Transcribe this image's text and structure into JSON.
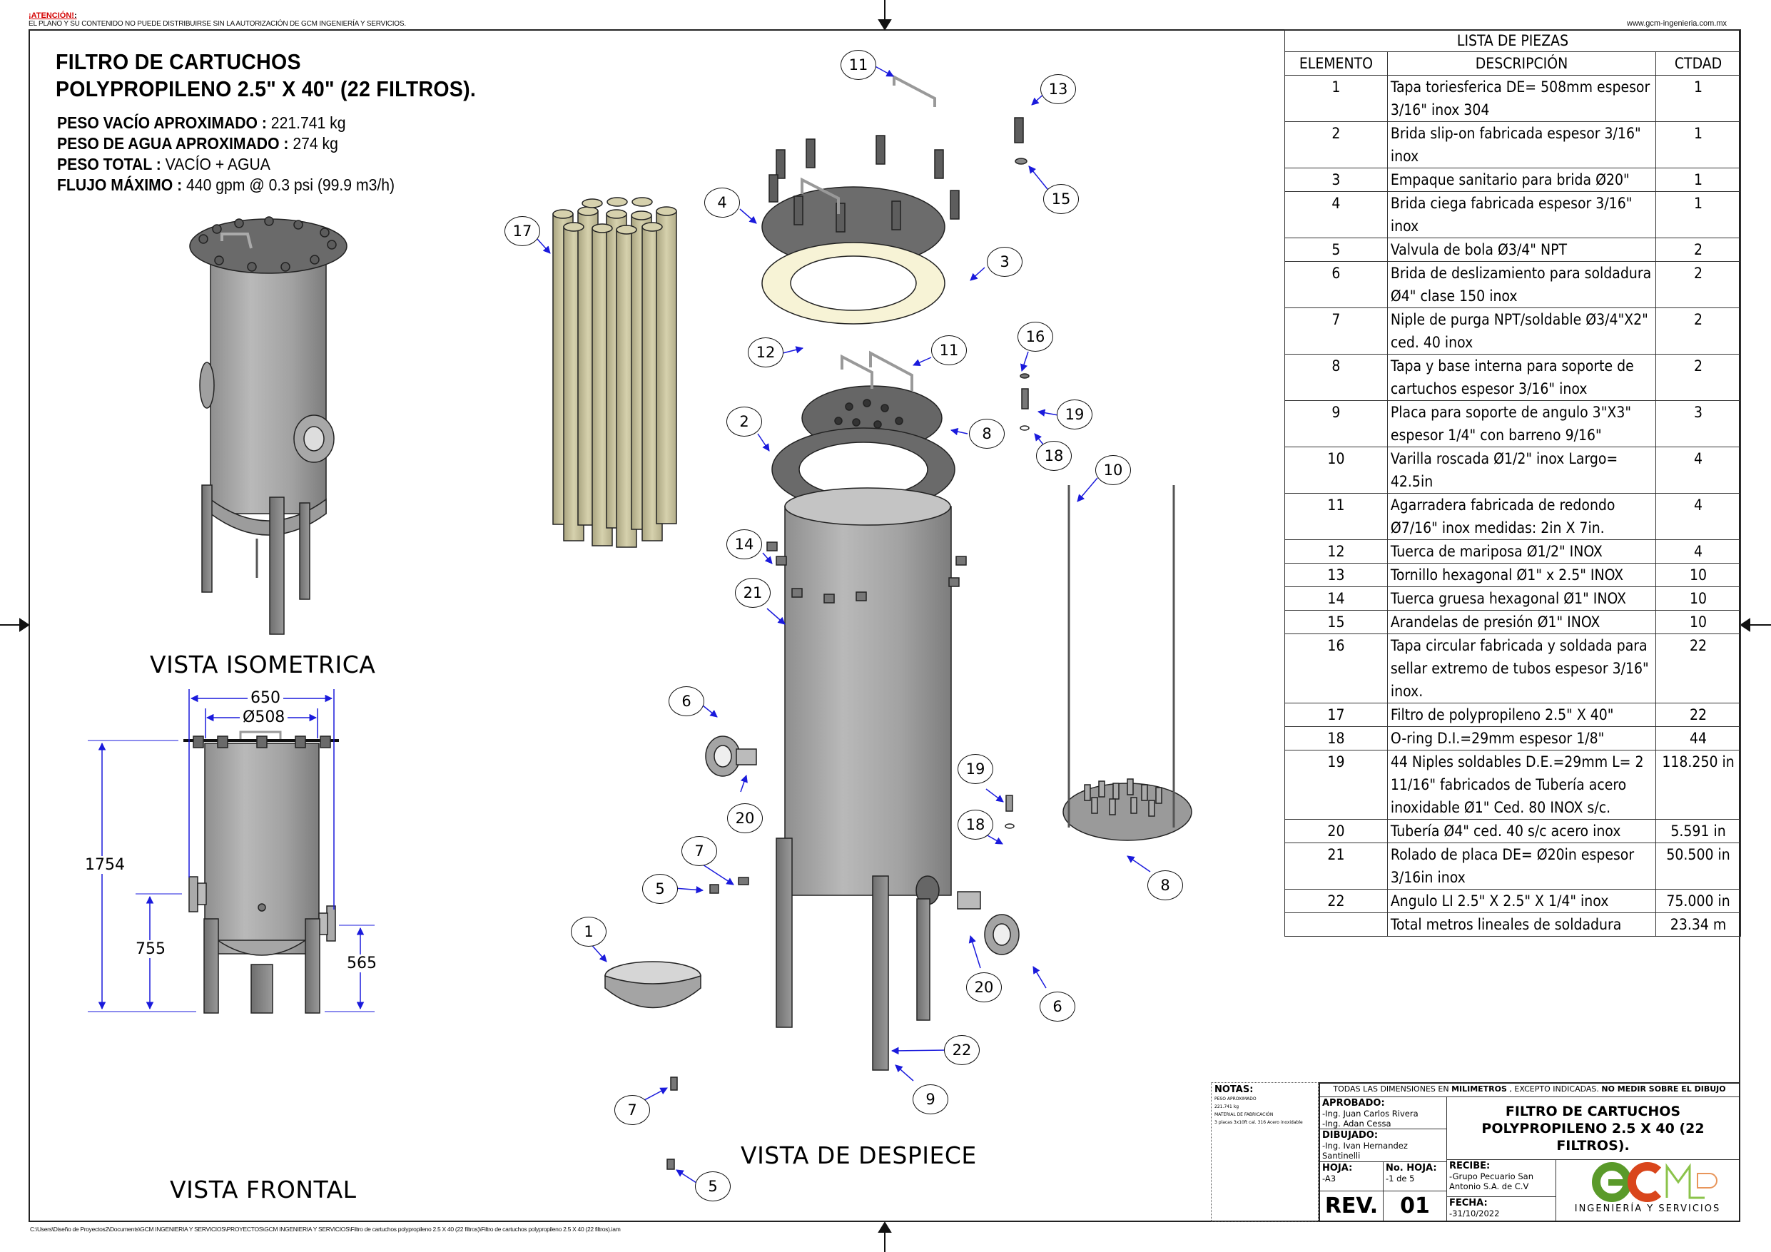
{
  "header": {
    "warning_title": "¡ATENCIÓN!",
    "warning_colon": ":",
    "warning_text": "EL PLANO Y SU CONTENIDO NO PUEDE DISTRIBUIRSE SIN LA AUTORIZACIÓN DE GCM INGENIERÍA Y SERVICIOS.",
    "website": "www.gcm-ingenieria.com.mx"
  },
  "title": {
    "line1": "FILTRO DE CARTUCHOS",
    "line2": "POLYPROPILENO 2.5\" X 40\" (22 FILTROS)."
  },
  "specs": [
    {
      "label": "PESO VACÍO APROXIMADO :",
      "value": " 221.741 kg"
    },
    {
      "label": "PESO DE AGUA APROXIMADO :",
      "value": " 274 kg"
    },
    {
      "label": "PESO TOTAL :",
      "value": " VACÍO + AGUA"
    },
    {
      "label": "FLUJO MÁXIMO :",
      "value": " 440 gpm @ 0.3 psi (99.9 m3/h)"
    }
  ],
  "views": {
    "isometric": "VISTA ISOMETRICA",
    "frontal": "VISTA FRONTAL",
    "exploded": "VISTA DE DESPIECE"
  },
  "dimensions": {
    "overall_width": "650",
    "diameter": "Ø508",
    "total_height": "1754",
    "inlet_height": "755",
    "outlet_height": "565"
  },
  "callouts": [
    "11",
    "13",
    "15",
    "4",
    "17",
    "3",
    "12",
    "11",
    "16",
    "2",
    "8",
    "19",
    "18",
    "10",
    "14",
    "21",
    "6",
    "20",
    "7",
    "5",
    "1",
    "19",
    "18",
    "8",
    "20",
    "6",
    "22",
    "9",
    "7",
    "5"
  ],
  "parts_list": {
    "caption": "LISTA DE PIEZAS",
    "headers": {
      "element": "ELEMENTO",
      "description": "DESCRIPCIÓN",
      "qty": "CTDAD"
    },
    "rows": [
      {
        "element": "1",
        "description": "Tapa toriesferica DE= 508mm espesor 3/16\" inox 304",
        "qty": "1"
      },
      {
        "element": "2",
        "description": "Brida slip-on fabricada espesor 3/16\" inox",
        "qty": "1"
      },
      {
        "element": "3",
        "description": "Empaque sanitario para brida Ø20\"",
        "qty": "1"
      },
      {
        "element": "4",
        "description": "Brida ciega fabricada espesor 3/16\" inox",
        "qty": "1"
      },
      {
        "element": "5",
        "description": "Valvula de bola Ø3/4\" NPT",
        "qty": "2"
      },
      {
        "element": "6",
        "description": "Brida de deslizamiento para soldadura Ø4\" clase 150 inox",
        "qty": "2"
      },
      {
        "element": "7",
        "description": "Niple de purga NPT/soldable Ø3/4\"X2\" ced. 40  inox",
        "qty": "2"
      },
      {
        "element": "8",
        "description": "Tapa y base interna para soporte de cartuchos espesor 3/16\" inox",
        "qty": "2"
      },
      {
        "element": "9",
        "description": "Placa para soporte de angulo 3\"X3\" espesor 1/4\" con barreno 9/16\"",
        "qty": "3"
      },
      {
        "element": "10",
        "description": "Varilla roscada Ø1/2\" inox Largo= 42.5in",
        "qty": "4"
      },
      {
        "element": "11",
        "description": "Agarradera fabricada de redondo Ø7/16\" inox medidas: 2in X 7in.",
        "qty": "4"
      },
      {
        "element": "12",
        "description": "Tuerca de mariposa Ø1/2\" INOX",
        "qty": "4"
      },
      {
        "element": "13",
        "description": "Tornillo hexagonal Ø1\" x 2.5\" INOX",
        "qty": "10"
      },
      {
        "element": "14",
        "description": "Tuerca gruesa hexagonal Ø1\" INOX",
        "qty": "10"
      },
      {
        "element": "15",
        "description": "Arandelas de presión Ø1\" INOX",
        "qty": "10"
      },
      {
        "element": "16",
        "description": "Tapa circular fabricada y soldada para sellar extremo de tubos espesor 3/16\" inox.",
        "qty": "22"
      },
      {
        "element": "17",
        "description": "Filtro de polypropileno 2.5\" X 40\"",
        "qty": "22"
      },
      {
        "element": "18",
        "description": "O-ring D.I.=29mm espesor 1/8\"",
        "qty": "44"
      },
      {
        "element": "19",
        "description": "44 Niples soldables D.E.=29mm L= 2 11/16\" fabricados de Tubería acero inoxidable Ø1\" Ced. 80 INOX s/c.",
        "qty": "118.250 in"
      },
      {
        "element": "20",
        "description": "Tubería Ø4\" ced. 40 s/c acero inox",
        "qty": "5.591 in"
      },
      {
        "element": "21",
        "description": "Rolado de placa DE= Ø20in espesor 3/16in inox",
        "qty": "50.500 in"
      },
      {
        "element": "22",
        "description": "Angulo LI 2.5\" X 2.5\" X 1/4\" inox",
        "qty": "75.000 in"
      },
      {
        "element": "",
        "description": "Total metros lineales de soldadura",
        "qty": "23.34 m"
      }
    ]
  },
  "title_block": {
    "notes_heading": "NOTAS:",
    "notes_lines": [
      "PESO APROXIMADO",
      "221.741 kg",
      "MATERIAL DE FABRICACIÓN",
      "3 placas 3x10ft cal. 316 Acero inoxidable"
    ],
    "dims_prefix": "TODAS LAS DIMENSIONES EN ",
    "dims_unit": "MILIMETROS",
    "dims_mid": " , EXCEPTO INDICADAS. ",
    "dims_warning": "NO MEDIR SOBRE EL DIBUJO",
    "approved_label": "APROBADO:",
    "approved_by": [
      "-Ing. Juan Carlos Rivera",
      "-Ing. Adan Cessa"
    ],
    "drawn_label": "DIBUJADO:",
    "drawn_by": "-Ing. Ivan Hernandez Santinelli",
    "drawing_title": "FILTRO DE CARTUCHOS POLYPROPILENO 2.5 X 40 (22 FILTROS).",
    "sheet_label": "HOJA:",
    "sheet_value": "-A3",
    "sheet_no_label": "No. HOJA:",
    "sheet_no_value": "-1 de 5",
    "receiver_label": "RECIBE:",
    "receiver_value": "-Grupo Pecuario San Antonio S.A. de C.V",
    "rev_label": "REV.",
    "rev_value": "01",
    "date_label": "FECHA:",
    "date_value": "-31/10/2022",
    "logo_text": "GCM",
    "logo_subtitle": "INGENIERÍA Y SERVICIOS"
  },
  "file_path": "C:\\Users\\Diseño de Proyectos2\\Documents\\GCM INGENIERIA Y SERVICIOS\\PROYECTOS\\GCM INGENIERIA Y SERVICIOS\\Filtro de cartuchos polypropileno 2.5 X 40 (22 filtros)\\Filtro de cartuchos polypropileno 2.5 X 40 (22 filtros).iam",
  "colors": {
    "callout_leader": "#1a1adc",
    "dimension_line": "#1a1adc",
    "steel": "#a8a8a8",
    "dark_steel": "#6b6b6b",
    "cartridge": "#cfcaa2",
    "gasket": "#f7f3d6",
    "logo_green": "#5a9a2a",
    "logo_orange": "#d9461c",
    "warning_red": "#d40000"
  }
}
